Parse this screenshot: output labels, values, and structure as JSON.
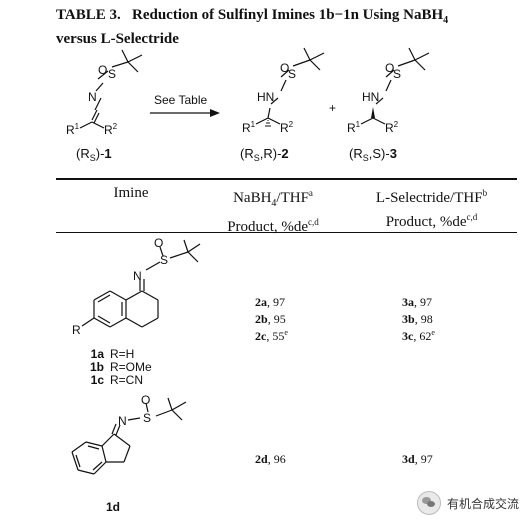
{
  "caption": {
    "label": "TABLE 3.",
    "title_line1": "Reduction of Sulfinyl Imines 1b−1n Using NaBH",
    "title_sub": "4",
    "title_line2": "versus L-Selectride"
  },
  "scheme": {
    "arrow_label": "See Table",
    "plus": "+",
    "start_label_pre": "(R",
    "start_label_sub": "S",
    "start_label_post": ")-",
    "start_label_num": "1",
    "prod2_label_pre": "(R",
    "prod2_label_sub": "S",
    "prod2_label_mid": ",R)-",
    "prod2_label_num": "2",
    "prod3_label_pre": "(R",
    "prod3_label_sub": "S",
    "prod3_label_mid": ",S)-",
    "prod3_label_num": "3",
    "atoms": {
      "O": "O",
      "S": "S",
      "N": "N",
      "HN": "HN",
      "R1": "R",
      "R1_sup": "1",
      "R2": "R",
      "R2_sup": "2"
    }
  },
  "table": {
    "headers": {
      "imine": "Imine",
      "nabh4_line1_main": "NaBH",
      "nabh4_line1_sub": "4",
      "nabh4_line1_post": "/THF",
      "nabh4_line1_sup": "a",
      "nabh4_line2": "Product, %de",
      "nabh4_line2_sup": "c,d",
      "lsel_line1": "L-Selectride/THF",
      "lsel_line1_sup": "b",
      "lsel_line2": "Product, %de",
      "lsel_line2_sup": "c,d"
    },
    "rows": [
      {
        "substituent_labels": [
          {
            "id": "1a",
            "text": "R=H"
          },
          {
            "id": "1b",
            "text": "R=OMe"
          },
          {
            "id": "1c",
            "text": "R=CN"
          }
        ],
        "ring_label": "R",
        "nabh4": [
          {
            "id": "2a",
            "value": ", 97",
            "sup": ""
          },
          {
            "id": "2b",
            "value": ", 95",
            "sup": ""
          },
          {
            "id": "2c",
            "value": ", 55",
            "sup": "e"
          }
        ],
        "lsel": [
          {
            "id": "3a",
            "value": ", 97",
            "sup": ""
          },
          {
            "id": "3b",
            "value": ", 98",
            "sup": ""
          },
          {
            "id": "3c",
            "value": ", 62",
            "sup": "e"
          }
        ]
      },
      {
        "compound_label": "1d",
        "nabh4": [
          {
            "id": "2d",
            "value": ", 96",
            "sup": ""
          }
        ],
        "lsel": [
          {
            "id": "3d",
            "value": ", 97",
            "sup": ""
          }
        ]
      }
    ]
  },
  "watermark": {
    "text": "有机合成交流",
    "icon": "wechat-icon"
  }
}
